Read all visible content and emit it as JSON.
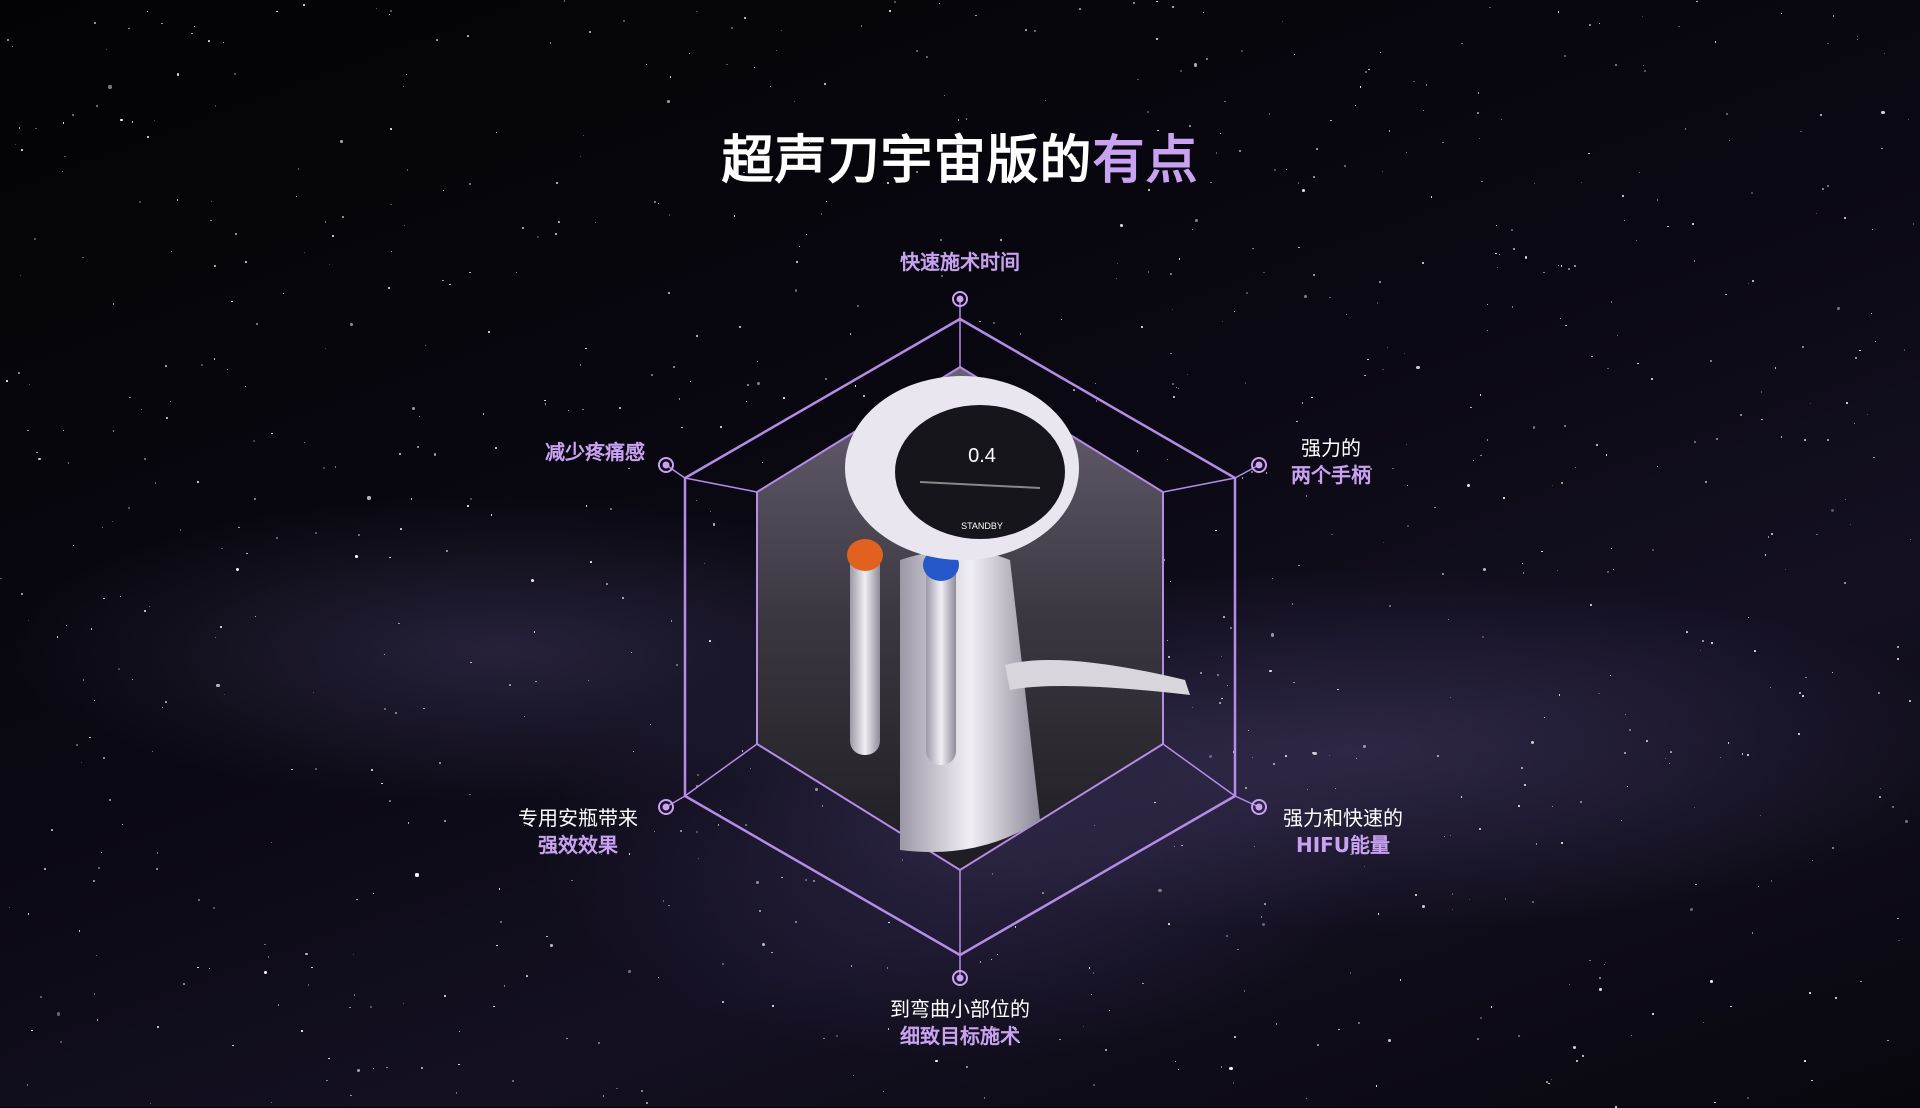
{
  "title": {
    "main": "超声刀宇宙版的",
    "highlight": "有点"
  },
  "features": {
    "top": {
      "line2": "快速施术时间"
    },
    "upper_left": {
      "line2": "减少疼痛感"
    },
    "upper_right": {
      "line1": "强力的",
      "line2": "两个手柄"
    },
    "lower_left": {
      "line1": "专用安瓶带来",
      "line2": "强效效果"
    },
    "lower_right": {
      "line1": "强力和快速的",
      "line2": "HIFU能量"
    },
    "bottom": {
      "line1": "到弯曲小部位的",
      "line2": "细致目标施术"
    }
  },
  "device": {
    "screen_value": "0.4",
    "status": "STANDBY"
  },
  "colors": {
    "accent": "#c9a2f2",
    "line": "#b58ce8"
  }
}
